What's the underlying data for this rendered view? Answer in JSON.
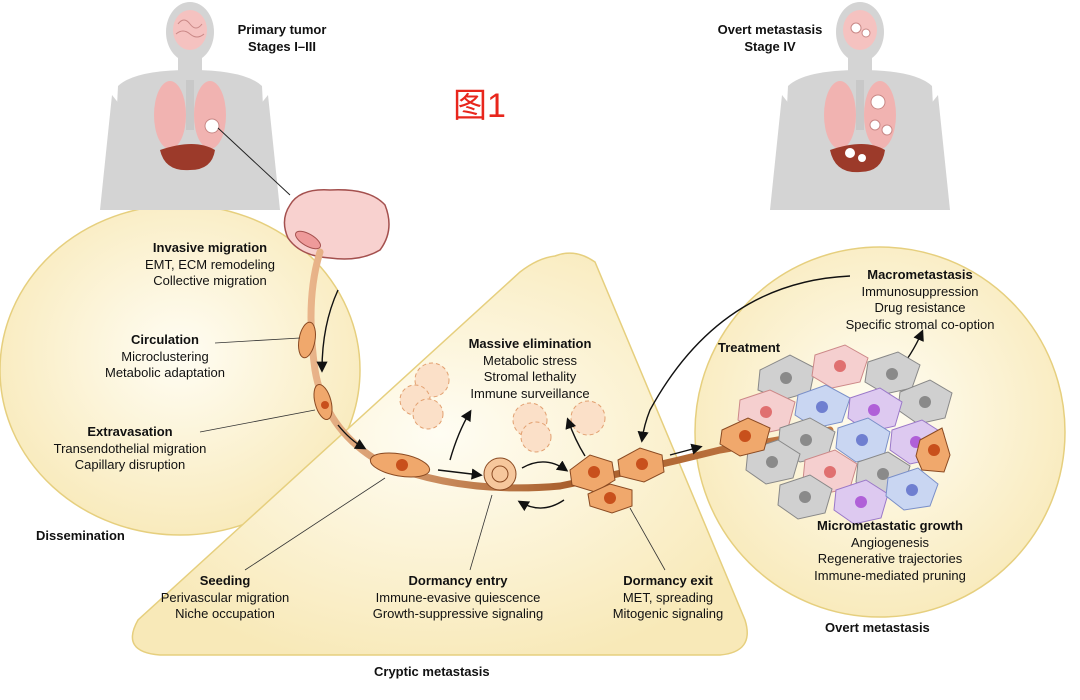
{
  "figure_tag": "图1",
  "stages": {
    "primary": {
      "title": "Primary tumor",
      "subtitle": "Stages I–III"
    },
    "overt": {
      "title": "Overt metastasis",
      "subtitle": "Stage IV"
    }
  },
  "regions": {
    "dissemination": "Dissemination",
    "cryptic": "Cryptic metastasis",
    "overt": "Overt metastasis"
  },
  "treatment": "Treatment",
  "steps": {
    "invasive": {
      "title": "Invasive migration",
      "lines": [
        "EMT, ECM remodeling",
        "Collective migration"
      ]
    },
    "circulation": {
      "title": "Circulation",
      "lines": [
        "Microclustering",
        "Metabolic adaptation"
      ]
    },
    "extravasation": {
      "title": "Extravasation",
      "lines": [
        "Transendothelial migration",
        "Capillary disruption"
      ]
    },
    "elimination": {
      "title": "Massive elimination",
      "lines": [
        "Metabolic stress",
        "Stromal lethality",
        "Immune surveillance"
      ]
    },
    "macro": {
      "title": "Macrometastasis",
      "lines": [
        "Immunosuppression",
        "Drug resistance",
        "Specific stromal co-option"
      ]
    },
    "micro": {
      "title": "Micrometastatic growth",
      "lines": [
        "Angiogenesis",
        "Regenerative trajectories",
        "Immune-mediated pruning"
      ]
    },
    "seeding": {
      "title": "Seeding",
      "lines": [
        "Perivascular migration",
        "Niche occupation"
      ]
    },
    "dormancy_entry": {
      "title": "Dormancy entry",
      "lines": [
        "Immune-evasive quiescence",
        "Growth-suppressive signaling"
      ]
    },
    "dormancy_exit": {
      "title": "Dormancy exit",
      "lines": [
        "MET, spreading",
        "Mitogenic signaling"
      ]
    }
  },
  "colors": {
    "region_fill": "#fbefc4",
    "region_stroke": "#e6cf7e",
    "tumor_cell": "#f0a86c",
    "nucleus": "#c8501c",
    "vessel": "#b8703c",
    "body": "#d4d4d4",
    "red_tag": "#e8261c"
  }
}
